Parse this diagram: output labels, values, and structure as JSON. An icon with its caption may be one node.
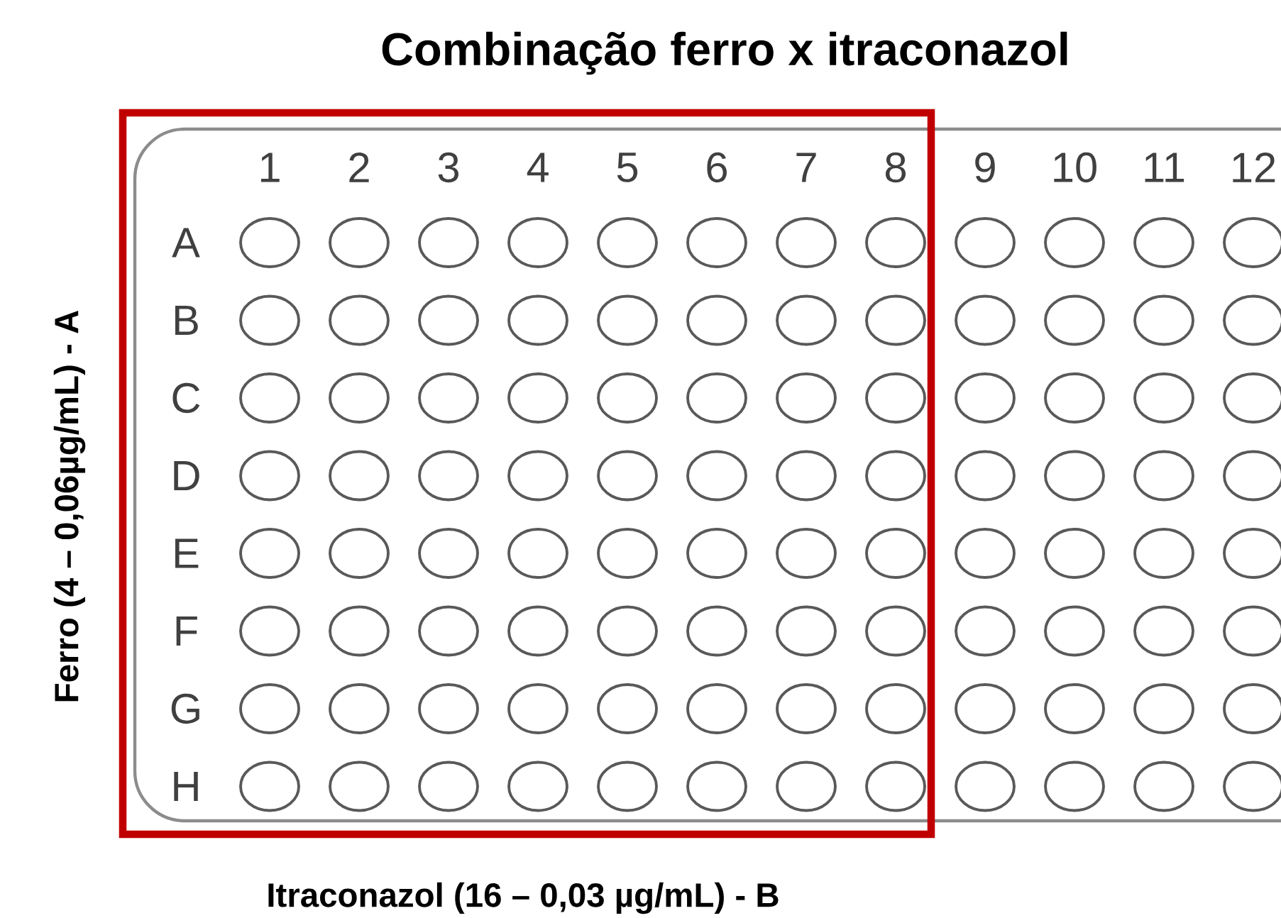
{
  "diagram": {
    "title": "Combinação ferro x itraconazol",
    "labels": [
      "1",
      "2",
      "3",
      "4",
      "5",
      "6",
      "7",
      "8",
      "9",
      "10",
      "11",
      "12",
      "A",
      "B",
      "C",
      "D",
      "E",
      "F",
      "G",
      "H",
      "Ferro (4 – 0,06µg/mL) - A",
      "Itraconazol (16 – 0,03 µg/mL) - B"
    ]
  }
}
